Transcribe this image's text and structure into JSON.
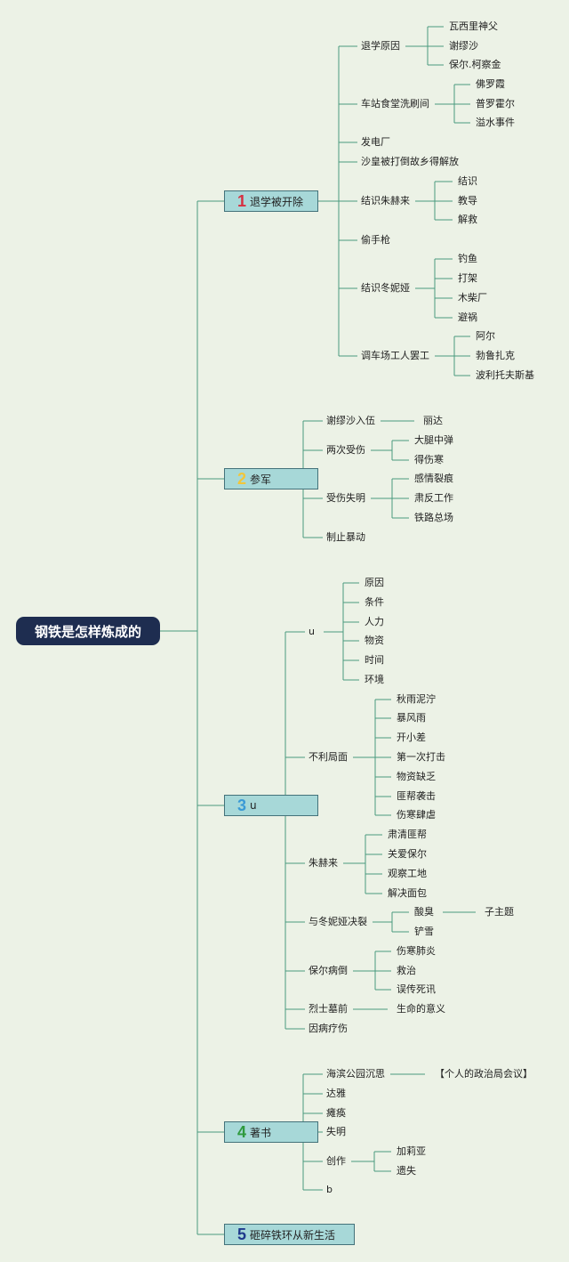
{
  "root": "钢铁是怎样炼成的",
  "branches": [
    {
      "num": "1",
      "label": "退学被开除",
      "color": "#d63041",
      "children": [
        {
          "label": "退学原因",
          "children": [
            "瓦西里神父",
            "谢缪沙",
            "保尔.柯察金"
          ]
        },
        {
          "label": "车站食堂洗刷间",
          "children": [
            "佛罗霞",
            "普罗霍尔",
            "溢水事件"
          ]
        },
        {
          "label": "发电厂"
        },
        {
          "label": "沙皇被打倒故乡得解放"
        },
        {
          "label": "结识朱赫来",
          "children": [
            "结识",
            "教导",
            "解救"
          ]
        },
        {
          "label": "偷手枪"
        },
        {
          "label": "结识冬妮娅",
          "children": [
            "钓鱼",
            "打架",
            "木柴厂",
            "避祸"
          ]
        },
        {
          "label": "调车场工人罢工",
          "children": [
            "阿尔",
            "勃鲁扎克",
            "波利托夫斯基"
          ]
        }
      ]
    },
    {
      "num": "2",
      "label": "参军",
      "color": "#f2c63a",
      "children": [
        {
          "label": "谢缪沙入伍",
          "children": [
            "丽达"
          ]
        },
        {
          "label": "两次受伤",
          "children": [
            "大腿中弹",
            "得伤寒"
          ]
        },
        {
          "label": "受伤失明",
          "children": [
            "感情裂痕",
            "肃反工作",
            "铁路总场"
          ]
        },
        {
          "label": "制止暴动"
        }
      ]
    },
    {
      "num": "3",
      "label": "u",
      "color": "#3a9ad6",
      "children": [
        {
          "label": "u",
          "children": [
            "原因",
            "条件",
            "人力",
            "物资",
            "时间",
            "环境"
          ]
        },
        {
          "label": "不利局面",
          "children": [
            "秋雨泥泞",
            "暴风雨",
            "开小差",
            "第一次打击",
            "物资缺乏",
            "匪帮袭击",
            "伤寒肆虐"
          ]
        },
        {
          "label": "朱赫来",
          "children": [
            "肃清匪帮",
            "关爱保尔",
            "观察工地",
            "解决面包"
          ]
        },
        {
          "label": "与冬妮娅决裂",
          "children": [
            "酸臭",
            "铲雪"
          ],
          "extra": "子主题"
        },
        {
          "label": "保尔病倒",
          "children": [
            "伤寒肺炎",
            "救治",
            "误传死讯"
          ]
        },
        {
          "label": "烈士墓前",
          "children": [
            "生命的意义"
          ]
        },
        {
          "label": "因病疗伤"
        }
      ]
    },
    {
      "num": "4",
      "label": "著书",
      "color": "#2f9a3e",
      "children": [
        {
          "label": "海滨公园沉思",
          "children": [
            "【个人的政治局会议】"
          ]
        },
        {
          "label": "达雅"
        },
        {
          "label": "瘫痪"
        },
        {
          "label": "失明"
        },
        {
          "label": "创作",
          "children": [
            "加莉亚",
            "遗失"
          ]
        },
        {
          "label": "b"
        }
      ]
    },
    {
      "num": "5",
      "label": "砸碎铁环从新生活",
      "color": "#1f3a8c",
      "children": []
    }
  ]
}
